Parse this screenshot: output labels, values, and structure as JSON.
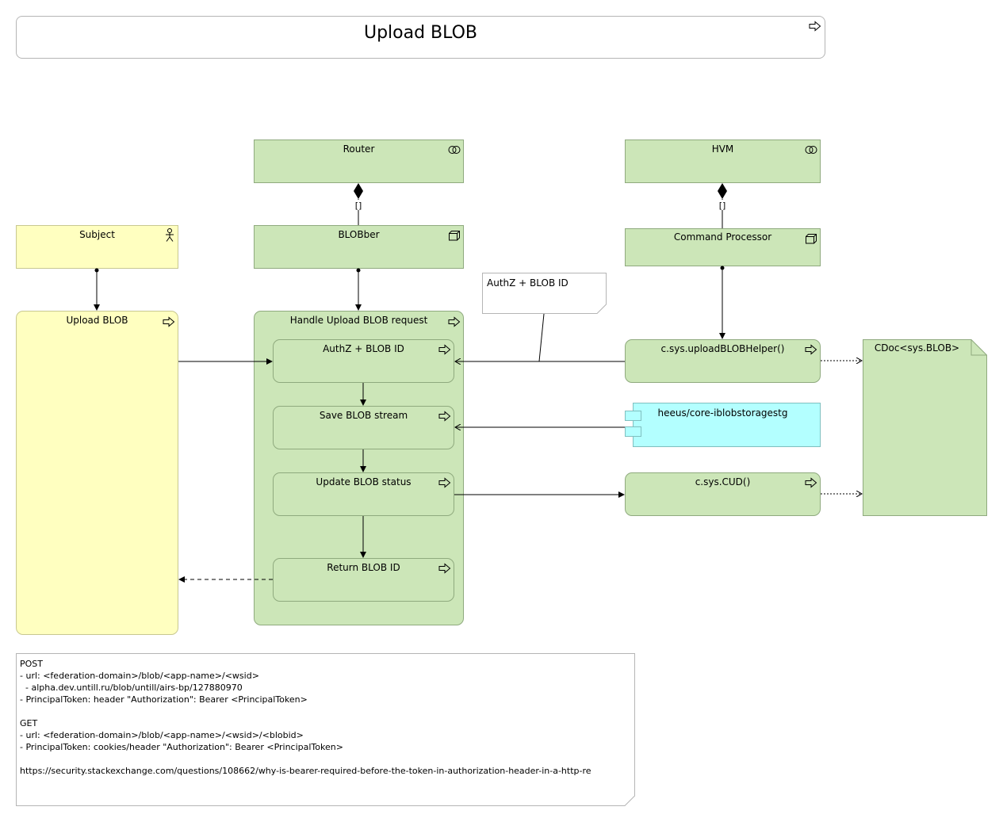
{
  "title": "Upload BLOB",
  "nodes": {
    "router": "Router",
    "hvm": "HVM",
    "subject": "Subject",
    "blobber": "BLOBber",
    "command_processor": "Command Processor",
    "upload_blob": "Upload BLOB",
    "handle_upload": "Handle Upload BLOB request",
    "authz_blob_id": "AuthZ + BLOB ID",
    "save_blob_stream": "Save BLOB stream",
    "update_blob_status": "Update BLOB status",
    "return_blob_id": "Return BLOB ID",
    "upload_helper": "c.sys.uploadBLOBHelper()",
    "iblobstorage": "heeus/core-iblobstoragestg",
    "cud": "c.sys.CUD()",
    "cdoc": "CDoc<sys.BLOB>"
  },
  "edge_labels": {
    "router_blobber": "[]",
    "hvm_cp": "[]"
  },
  "note_authz": "AuthZ + BLOB ID",
  "note_bottom": [
    "POST",
    "- url: <federation-domain>/blob/<app-name>/<wsid>",
    "  - alpha.dev.untill.ru/blob/untill/airs-bp/127880970",
    "- PrincipalToken: header \"Authorization\": Bearer <PrincipalToken>",
    "",
    "GET",
    "- url: <federation-domain>/blob/<app-name>/<wsid>/<blobid>",
    "- PrincipalToken: cookies/header \"Authorization\": Bearer <PrincipalToken>",
    "",
    "https://security.stackexchange.com/questions/108662/why-is-bearer-required-before-the-token-in-authorization-header-in-a-http-re"
  ],
  "colors": {
    "green_fill": "#cce6b8",
    "yellow_fill": "#ffffc0",
    "cyan_fill": "#b3ffff"
  },
  "icons": {
    "process": "arrow-right-icon",
    "service": "interface-circles-icon",
    "node": "node-cube-icon",
    "actor": "actor-icon",
    "component": "component-icon"
  }
}
